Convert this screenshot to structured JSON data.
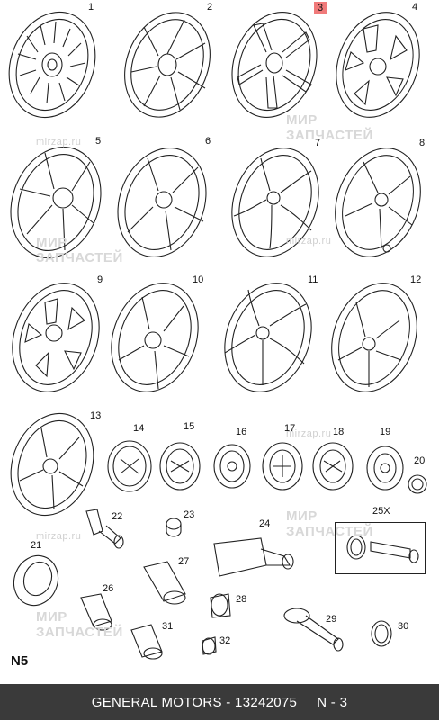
{
  "section_label": "N5",
  "footer": {
    "manufacturer_part": "GENERAL MOTORS - 13242075",
    "page_ref": "N - 3"
  },
  "watermark": {
    "site": "mirzap.ru",
    "brand_line1": "МИР",
    "brand_line2": "ЗАПЧАСТЕЙ"
  },
  "callouts": [
    "1",
    "2",
    "3",
    "4",
    "5",
    "6",
    "7",
    "8",
    "9",
    "10",
    "11",
    "12",
    "13",
    "14",
    "15",
    "16",
    "17",
    "18",
    "19",
    "20",
    "21",
    "22",
    "23",
    "24",
    "25X",
    "26",
    "27",
    "28",
    "29",
    "30",
    "31",
    "32"
  ],
  "highlighted_callout": "3",
  "colors": {
    "highlight": "#f07a7a",
    "footer_bg": "#3a3a3a",
    "line": "#222222",
    "watermark": "#d8d8d8"
  }
}
